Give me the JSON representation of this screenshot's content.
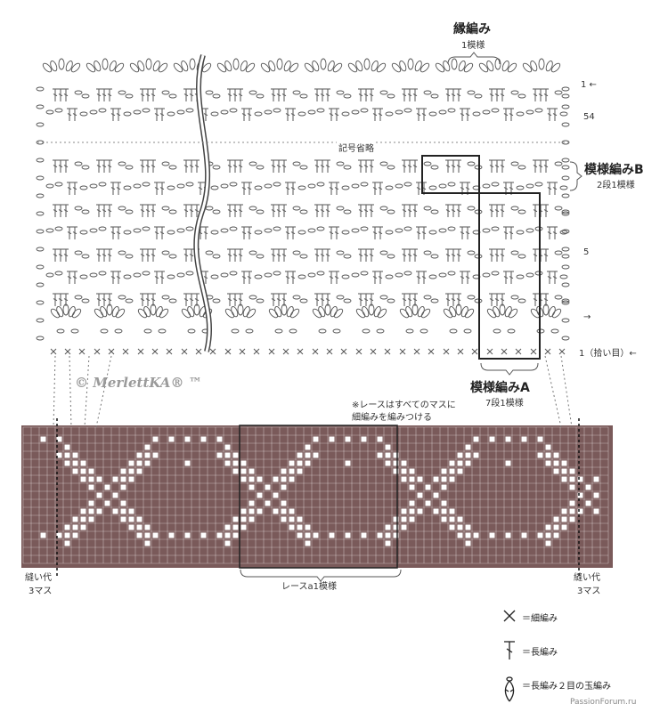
{
  "header": {
    "edging_title": "縁編み",
    "edging_repeat": "1模様",
    "omitted_note": "記号省略"
  },
  "row_labels": {
    "r1_top": "1 ←",
    "r54": "54",
    "r5": "5",
    "r1_bottom": "1（拾い目）←",
    "arrow_right": "→"
  },
  "pattern_b": {
    "title": "模様編みB",
    "repeat": "2段1模様"
  },
  "pattern_a": {
    "title": "模様編みA",
    "repeat": "7段1模様"
  },
  "watermark": "© MerlettKA® ™",
  "lace": {
    "note_line1": "※レースはすべてのマスに",
    "note_line2": "細編みを編みつける",
    "repeat_label": "レースa1模様",
    "color": "#7a5a5a",
    "seam_left_1": "縫い代",
    "seam_left_2": "3マス",
    "seam_right_1": "縫い代",
    "seam_right_2": "3マス"
  },
  "legend": [
    {
      "icon": "single-crochet-icon",
      "label": "＝細編み"
    },
    {
      "icon": "double-crochet-icon",
      "label": "＝長編み"
    },
    {
      "icon": "dc2-cluster-icon",
      "label": "＝長編み２目の玉編み"
    }
  ],
  "footer": "PassionForum.ru"
}
